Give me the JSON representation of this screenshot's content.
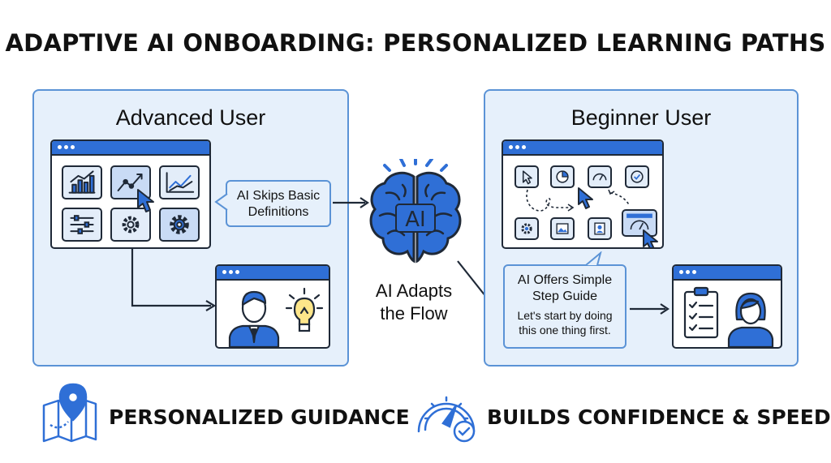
{
  "title": "ADAPTIVE AI ONBOARDING: PERSONALIZED LEARNING PATHS",
  "panels": {
    "advanced": {
      "title": "Advanced User"
    },
    "beginner": {
      "title": "Beginner User"
    }
  },
  "callouts": {
    "skips_line1": "AI Skips Basic",
    "skips_line2": "Definitions",
    "offers_line1": "AI Offers Simple",
    "offers_line2": "Step Guide",
    "offers_quote1": "Let's start by doing",
    "offers_quote2": "this one thing first."
  },
  "brain": {
    "badge": "AI",
    "label_line1": "AI Adapts",
    "label_line2": "the Flow"
  },
  "footer": {
    "left": "PERSONALIZED GUIDANCE",
    "right": "BUILDS CONFIDENCE & SPEED"
  },
  "colors": {
    "accent": "#2f6fd6",
    "panel_fill": "#e6f0fb",
    "panel_border": "#5b93d6",
    "ink": "#1f2937"
  }
}
